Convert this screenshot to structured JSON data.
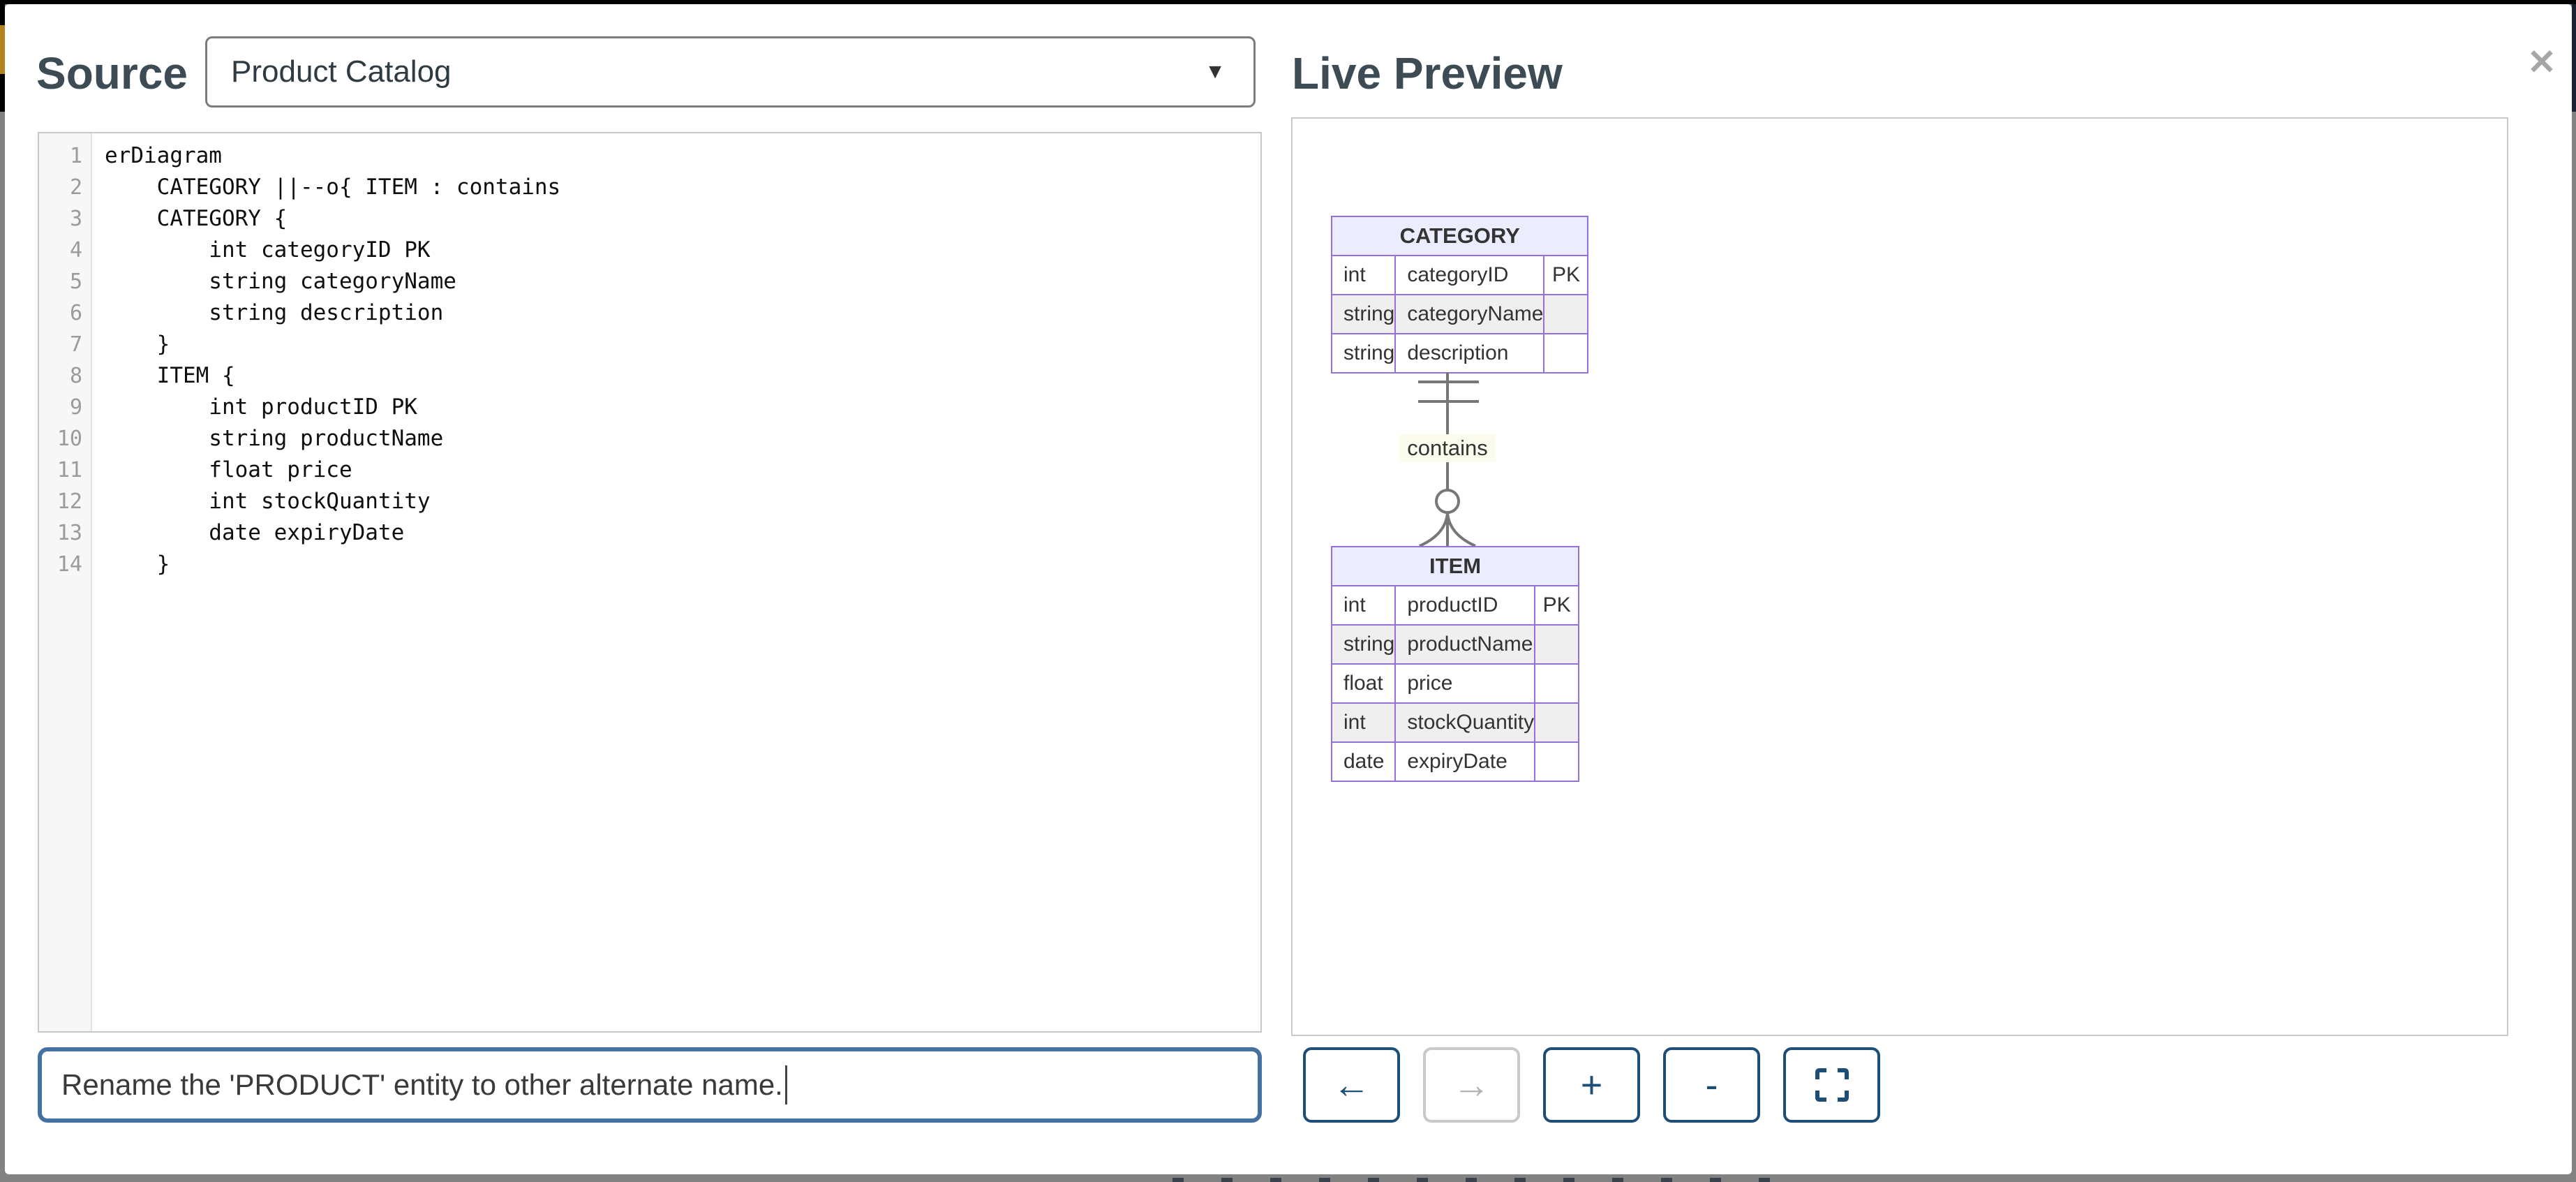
{
  "modal": {
    "source": {
      "title": "Source",
      "diagram_dropdown": {
        "selected": "Product Catalog"
      },
      "editor": {
        "lines": [
          {
            "num": "1",
            "code": "erDiagram"
          },
          {
            "num": "2",
            "code": "    CATEGORY ||--o{ ITEM : contains"
          },
          {
            "num": "3",
            "code": "    CATEGORY {"
          },
          {
            "num": "4",
            "code": "        int categoryID PK"
          },
          {
            "num": "5",
            "code": "        string categoryName"
          },
          {
            "num": "6",
            "code": "        string description"
          },
          {
            "num": "7",
            "code": "    }"
          },
          {
            "num": "8",
            "code": "    ITEM {"
          },
          {
            "num": "9",
            "code": "        int productID PK"
          },
          {
            "num": "10",
            "code": "        string productName"
          },
          {
            "num": "11",
            "code": "        float price"
          },
          {
            "num": "12",
            "code": "        int stockQuantity"
          },
          {
            "num": "13",
            "code": "        date expiryDate"
          },
          {
            "num": "14",
            "code": "    }"
          }
        ]
      },
      "prompt_input": {
        "value": "Rename the 'PRODUCT' entity to other alternate name."
      }
    },
    "preview": {
      "title": "Live Preview",
      "close_icon": "✕",
      "er_diagram": {
        "entities": [
          {
            "name": "CATEGORY",
            "attributes": [
              {
                "type": "int",
                "name": "categoryID",
                "key": "PK"
              },
              {
                "type": "string",
                "name": "categoryName",
                "key": ""
              },
              {
                "type": "string",
                "name": "description",
                "key": ""
              }
            ]
          },
          {
            "name": "ITEM",
            "attributes": [
              {
                "type": "int",
                "name": "productID",
                "key": "PK"
              },
              {
                "type": "string",
                "name": "productName",
                "key": ""
              },
              {
                "type": "float",
                "name": "price",
                "key": ""
              },
              {
                "type": "int",
                "name": "stockQuantity",
                "key": ""
              },
              {
                "type": "date",
                "name": "expiryDate",
                "key": ""
              }
            ]
          }
        ],
        "relationship": {
          "from": "CATEGORY",
          "to": "ITEM",
          "label": "contains",
          "cardinality": "exactly-one to zero-or-many"
        },
        "colors": {
          "entity_header_bg": "#ECECFF",
          "entity_border": "#9370DB",
          "row_alt_bg": "#efefef",
          "relation_line": "#777777"
        }
      }
    },
    "icons": {
      "dropdown_arrow": "▼"
    },
    "toolbar": {
      "back_icon": "←",
      "forward_icon": "→",
      "zoom_in_icon": "+",
      "zoom_out_icon": "-",
      "fullscreen_icon": "corner-brackets"
    }
  }
}
